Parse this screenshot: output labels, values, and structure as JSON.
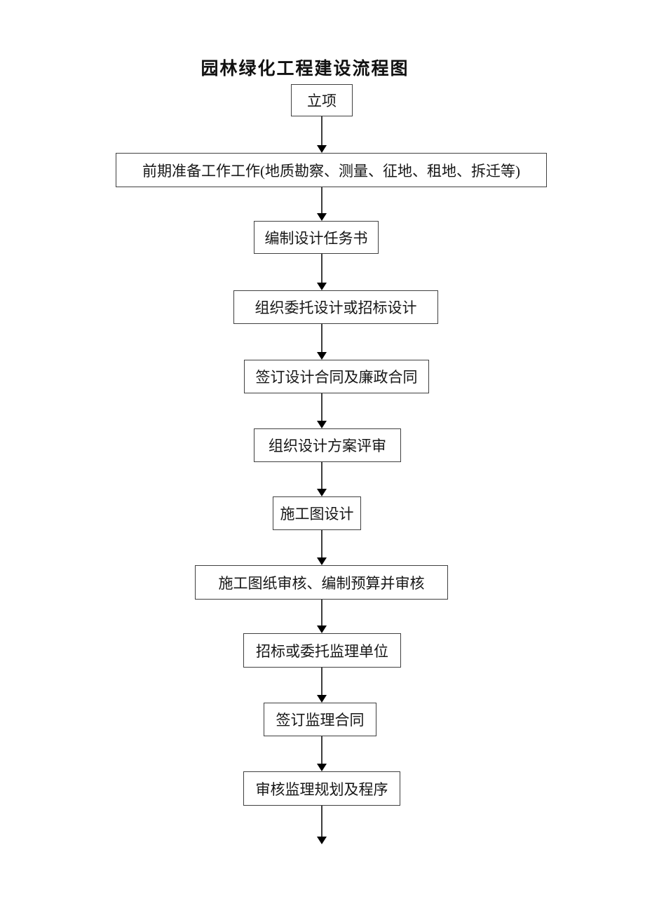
{
  "document": {
    "title": "园林绿化工程建设流程图"
  },
  "flowchart": {
    "type": "vertical-flow",
    "nodes": [
      {
        "label": "立项"
      },
      {
        "label": "前期准备工作工作(地质勘察、测量、征地、租地、拆迁等)"
      },
      {
        "label": "编制设计任务书"
      },
      {
        "label": "组织委托设计或招标设计"
      },
      {
        "label": "签订设计合同及廉政合同"
      },
      {
        "label": "组织设计方案评审"
      },
      {
        "label": "施工图设计"
      },
      {
        "label": "施工图纸审核、编制预算并审核"
      },
      {
        "label": "招标或委托监理单位"
      },
      {
        "label": "签订监理合同"
      },
      {
        "label": "审核监理规划及程序"
      }
    ],
    "flow_direction": "top-to-bottom",
    "trailing_arrow": true,
    "colors": {
      "background": "#ffffff",
      "box_border": "#404040",
      "connector_line": "#3d3d3d",
      "arrowhead": "#000000",
      "text": "#171717",
      "title_text": "#111111"
    }
  }
}
